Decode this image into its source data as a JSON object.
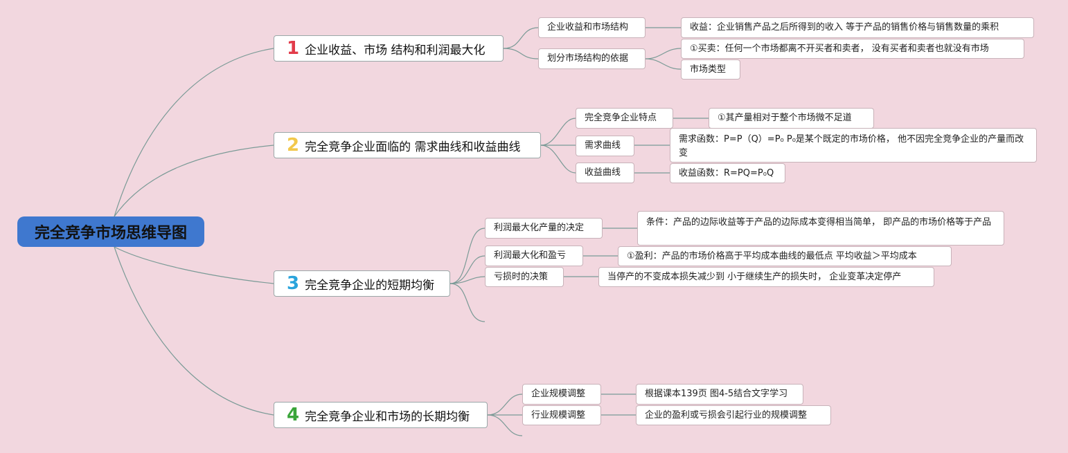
{
  "root": {
    "title": "完全竞争市场思维导图"
  },
  "colors": {
    "n1": "#e23b4a",
    "n2": "#f2c84b",
    "n3": "#2aa4dc",
    "n4": "#3aa53a",
    "root": "#3f78cf",
    "line": "#7a9a96"
  },
  "branches": [
    {
      "number": "1",
      "title": "企业收益、市场 结构和利润最大化",
      "sub": [
        {
          "label": "企业收益和市场结构",
          "details": [
            "收益：企业销售产品之后所得到的收入 等于产品的销售价格与销售数量的乘积"
          ]
        },
        {
          "label": "划分市场结构的依据",
          "details": [
            "①买卖：任何一个市场都离不开买者和卖者， 没有买者和卖者也就没有市场",
            "市场类型"
          ]
        }
      ]
    },
    {
      "number": "2",
      "title": "完全竞争企业面临的 需求曲线和收益曲线",
      "sub": [
        {
          "label": "完全竞争企业特点",
          "details": [
            "①其产量相对于整个市场微不足道"
          ]
        },
        {
          "label": "需求曲线",
          "details": [
            "需求函数：P=P（Q）=P₀ P₀是某个既定的市场价格， 他不因完全竞争企业的产量而改变"
          ]
        },
        {
          "label": "收益曲线",
          "details": [
            "收益函数：R=PQ=P₀Q"
          ]
        }
      ]
    },
    {
      "number": "3",
      "title": "完全竞争企业的短期均衡",
      "sub": [
        {
          "label": "利润最大化产量的决定",
          "details": [
            "条件：产品的边际收益等于产品的边际成本变得相当简单， 即产品的市场价格等于产品"
          ]
        },
        {
          "label": "利润最大化和盈亏",
          "details": [
            "①盈利：产品的市场价格高于平均成本曲线的最低点 平均收益＞平均成本"
          ]
        },
        {
          "label": "亏损时的决策",
          "details": [
            "当停产的不变成本损失减少到 小于继续生产的损失时， 企业变革决定停产"
          ]
        }
      ]
    },
    {
      "number": "4",
      "title": "完全竞争企业和市场的长期均衡",
      "sub": [
        {
          "label": "企业规模调整",
          "details": [
            "根据课本139页 图4-5结合文字学习"
          ]
        },
        {
          "label": "行业规模调整",
          "details": [
            "企业的盈利或亏损会引起行业的规模调整"
          ]
        }
      ]
    }
  ]
}
